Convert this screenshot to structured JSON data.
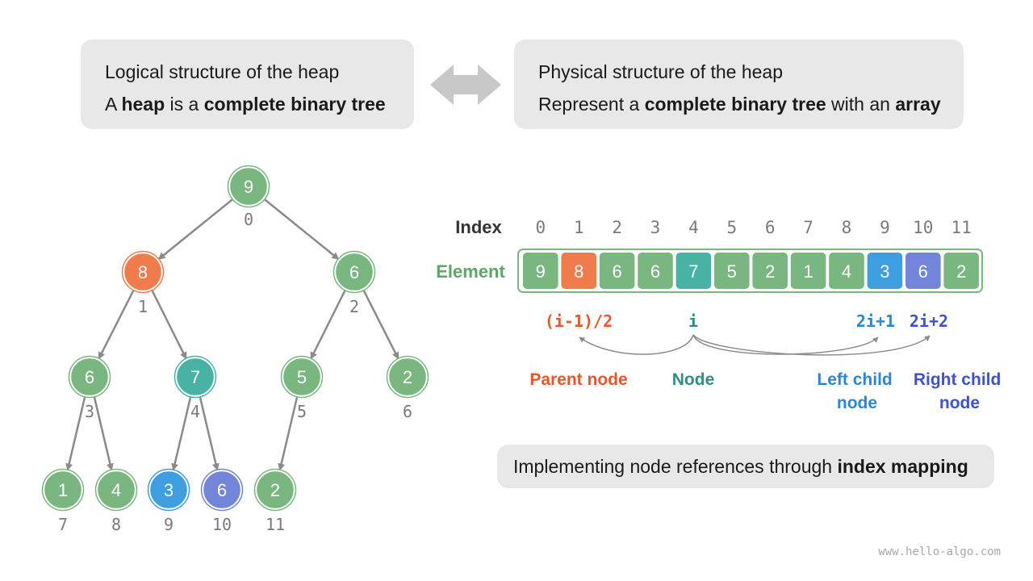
{
  "panels": {
    "logical": {
      "title": "Logical structure of the heap",
      "line2": [
        {
          "text": "A ",
          "bold": false
        },
        {
          "text": "heap",
          "bold": true
        },
        {
          "text": " is a ",
          "bold": false
        },
        {
          "text": "complete binary tree",
          "bold": true
        }
      ]
    },
    "physical": {
      "title": "Physical structure of the heap",
      "line2": [
        {
          "text": "Represent a ",
          "bold": false
        },
        {
          "text": "complete binary tree",
          "bold": true
        },
        {
          "text": " with an ",
          "bold": false
        },
        {
          "text": "array",
          "bold": true
        }
      ]
    },
    "mapping": {
      "line": [
        {
          "text": "Implementing node references through ",
          "bold": false
        },
        {
          "text": "index mapping",
          "bold": true
        }
      ]
    }
  },
  "colors": {
    "green": "#7ab67f",
    "green_dark": "#4f9a56",
    "orange": "#f07c4e",
    "teal": "#48b3a5",
    "blue": "#3e9ee0",
    "purple": "#7385d8",
    "edge": "#8a8a8a",
    "label_gray": "#7a7a7a",
    "parent_text": "#e8572a",
    "node_text": "#2f8f86",
    "left_text": "#2a86d6",
    "right_text": "#3e52cc",
    "element_label": "#5aa864"
  },
  "tree": {
    "nodes": [
      {
        "value": "9",
        "index": "0",
        "color": "green"
      },
      {
        "value": "8",
        "index": "1",
        "color": "orange"
      },
      {
        "value": "6",
        "index": "2",
        "color": "green"
      },
      {
        "value": "6",
        "index": "3",
        "color": "green"
      },
      {
        "value": "7",
        "index": "4",
        "color": "teal"
      },
      {
        "value": "5",
        "index": "5",
        "color": "green"
      },
      {
        "value": "2",
        "index": "6",
        "color": "green"
      },
      {
        "value": "1",
        "index": "7",
        "color": "green"
      },
      {
        "value": "4",
        "index": "8",
        "color": "green"
      },
      {
        "value": "3",
        "index": "9",
        "color": "blue"
      },
      {
        "value": "6",
        "index": "10",
        "color": "purple"
      },
      {
        "value": "2",
        "index": "11",
        "color": "green"
      }
    ]
  },
  "array": {
    "index_label": "Index",
    "element_label": "Element",
    "indices": [
      "0",
      "1",
      "2",
      "3",
      "4",
      "5",
      "6",
      "7",
      "8",
      "9",
      "10",
      "11"
    ],
    "elements": [
      "9",
      "8",
      "6",
      "6",
      "7",
      "5",
      "2",
      "1",
      "4",
      "3",
      "6",
      "2"
    ],
    "colors": [
      "green",
      "orange",
      "green",
      "green",
      "teal",
      "green",
      "green",
      "green",
      "green",
      "blue",
      "purple",
      "green"
    ]
  },
  "formulas": {
    "parent": "(i-1)/2",
    "node": "i",
    "left": "2i+1",
    "right": "2i+2"
  },
  "legend": {
    "parent": [
      "Parent node"
    ],
    "node": [
      "Node"
    ],
    "left": [
      "Left child",
      "node"
    ],
    "right": [
      "Right child",
      "node"
    ]
  },
  "watermark": "www.hello-algo.com"
}
